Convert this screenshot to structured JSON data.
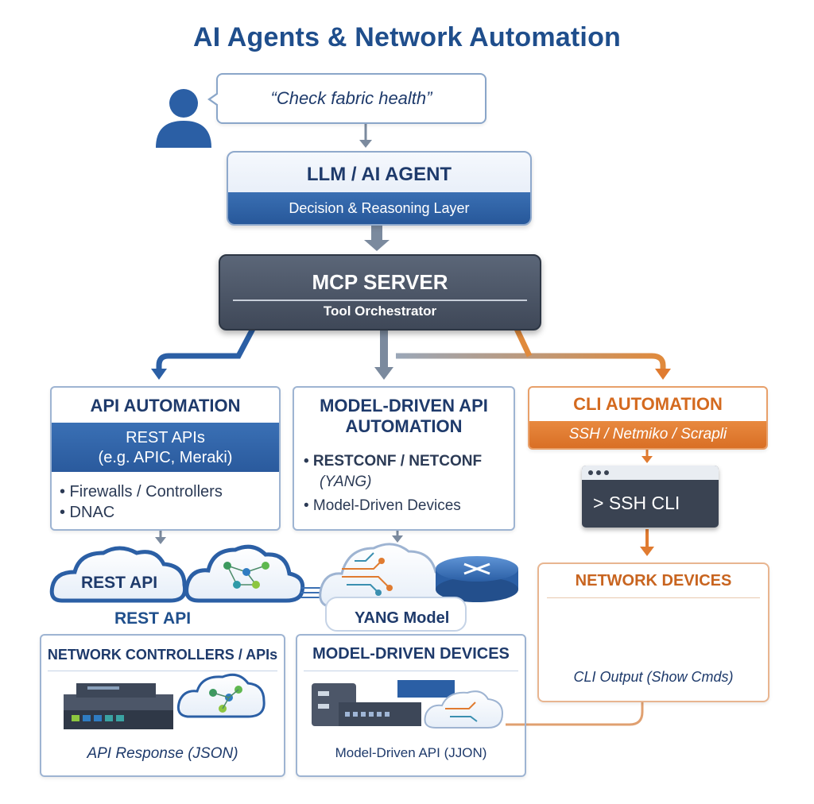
{
  "title": "AI Agents & Network Automation",
  "user_prompt": "“Check fabric health”",
  "llm": {
    "title": "LLM / AI AGENT",
    "subtitle": "Decision & Reasoning Layer"
  },
  "mcp": {
    "title": "MCP SERVER",
    "subtitle": "Tool Orchestrator"
  },
  "api_automation": {
    "title": "API AUTOMATION",
    "band_line_1": "REST APIs",
    "band_line_2": "(e.g. APIC, Meraki)",
    "bullets": [
      "• Firewalls / Controllers",
      "• DNAC"
    ]
  },
  "model_driven": {
    "title_line_1": "MODEL-DRIVEN API",
    "title_line_2": "AUTOMATION",
    "bullet_1": "• RESTCONF / NETCONF",
    "bullet_1b": "(YANG)",
    "bullet_2": "• Model-Driven Devices"
  },
  "cli_automation": {
    "title": "CLI AUTOMATION",
    "subtitle": "SSH / Netmiko / Scrapli"
  },
  "ssh_cli": "> SSH CLI",
  "clouds": {
    "rest_api_cloud": "REST API",
    "rest_api_label": "REST API",
    "yang_model": "YANG Model"
  },
  "network_controllers": {
    "title": "NETWORK CONTROLLERS / APIs",
    "footer": "API Response (JSON)"
  },
  "model_driven_devices": {
    "title": "MODEL-DRIVEN DEVICES",
    "footer": "Model-Driven API (JJON)"
  },
  "network_devices": {
    "title": "NETWORK DEVICES",
    "footer": "CLI Output (Show Cmds)"
  },
  "colors": {
    "primary_blue": "#1f4e8c",
    "band_blue": "#2f63a8",
    "server_gray": "#4a5466",
    "cli_orange": "#e07b30",
    "arrow_gray": "#7b8a9e"
  }
}
